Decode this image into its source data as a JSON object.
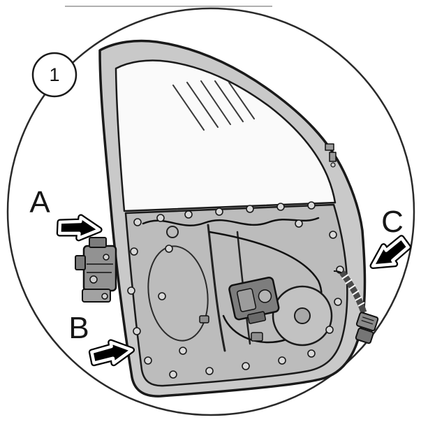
{
  "figure": {
    "callout_number": "1",
    "labels": {
      "a": "A",
      "b": "B",
      "c": "C"
    }
  },
  "colors": {
    "line": "#1a1a1a",
    "door_fill": "#c9c9c9",
    "panel_fill": "#bcbcbc",
    "glass_fill": "#fafafa",
    "motor_fill": "#7d7d7d",
    "latch_fill": "#929292",
    "speaker_fill": "#c2c2c2",
    "background": "#ffffff"
  }
}
